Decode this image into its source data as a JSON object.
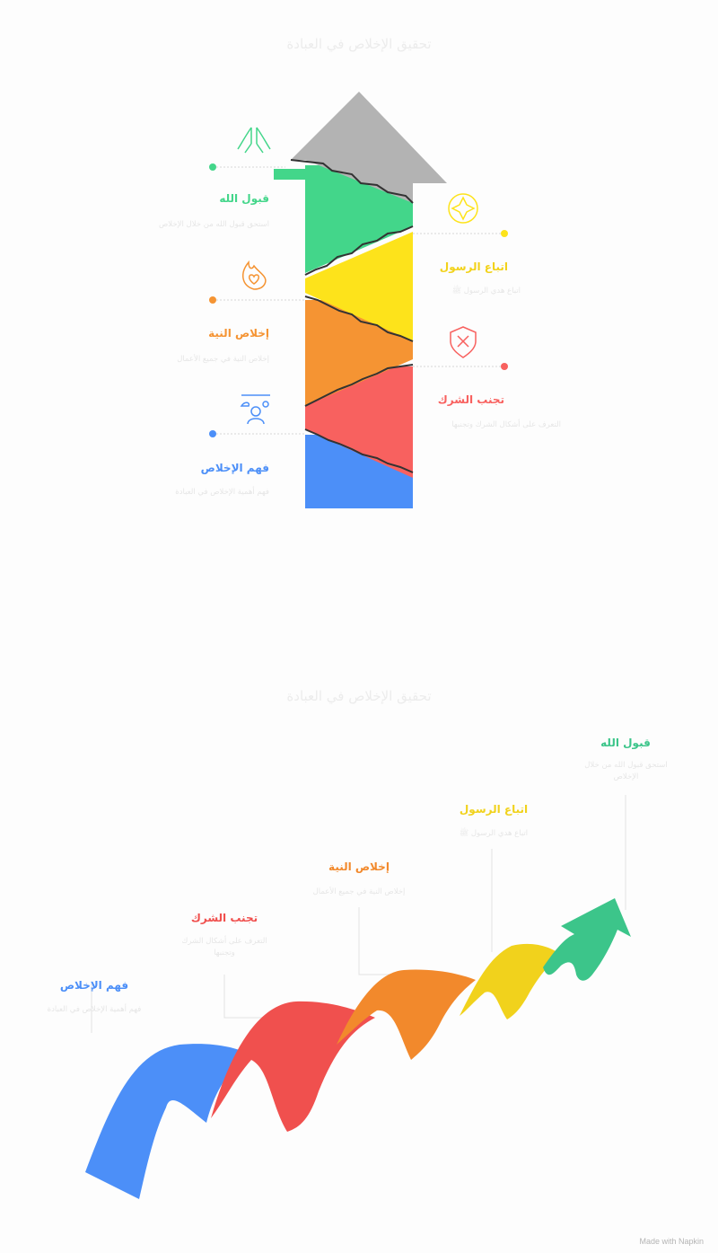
{
  "diagram1": {
    "title": "تحقيق الإخلاص في العبادة",
    "steps": [
      {
        "label": "قبول الله",
        "desc": "استحق قبول الله من خلال الإخلاص",
        "color": "#43d68a",
        "icon": "praying-hands-icon"
      },
      {
        "label": "اتباع الرسول",
        "desc": "اتباع هدي الرسول ﷺ",
        "color": "#fde31b",
        "icon": "compass-star-icon"
      },
      {
        "label": "إخلاص النية",
        "desc": "إخلاص النية في جميع الأعمال",
        "color": "#f59433",
        "icon": "heart-flame-icon"
      },
      {
        "label": "تجنب الشرك",
        "desc": "التعرف على أشكال الشرك وتجنبها",
        "color": "#f8615f",
        "icon": "shield-x-icon"
      },
      {
        "label": "فهم الإخلاص",
        "desc": "فهم أهمية الإخلاص في العبادة",
        "color": "#4c8ff8",
        "icon": "person-insight-icon"
      }
    ]
  },
  "diagram2": {
    "title": "تحقيق الإخلاص في العبادة",
    "steps": [
      {
        "label": "فهم الإخلاص",
        "desc": "فهم أهمية الإخلاص في العبادة",
        "color": "#4c8ff8"
      },
      {
        "label": "تجنب الشرك",
        "desc": "التعرف على أشكال الشرك وتجنبها",
        "color": "#f0504e"
      },
      {
        "label": "إخلاص النية",
        "desc": "إخلاص النية في جميع الأعمال",
        "color": "#f2892c"
      },
      {
        "label": "اتباع الرسول",
        "desc": "اتباع هدي الرسول ﷺ",
        "color": "#f1d21c"
      },
      {
        "label": "قبول الله",
        "desc": "استحق قبول الله من خلال الإخلاص",
        "color": "#3cc58a"
      }
    ]
  },
  "footer": "Made with  Napkin"
}
